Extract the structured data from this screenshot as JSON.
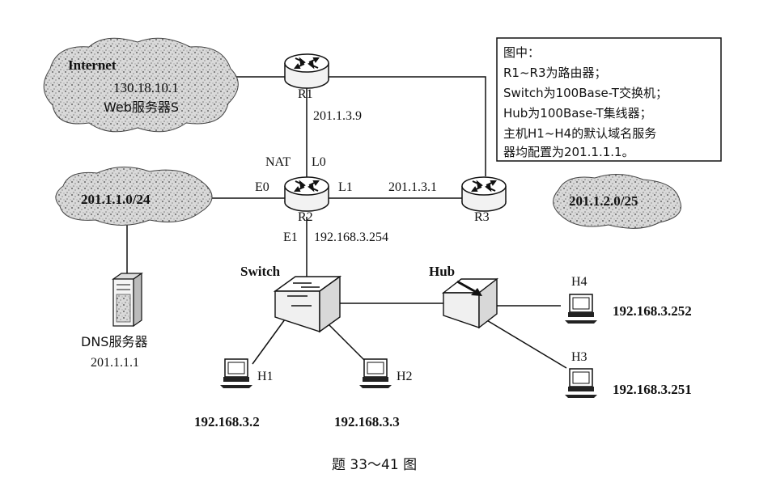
{
  "legend": {
    "title": "图中：",
    "lines": [
      "R1~R3为路由器；",
      "Switch为100Base-T交换机；",
      "Hub为100Base-T集线器；",
      "主机H1~H4的默认域名服务",
      "器均配置为201.1.1.1。"
    ]
  },
  "clouds": {
    "internet": {
      "label": "Internet",
      "ip": "130.18.10.1",
      "server": "Web服务器S"
    },
    "net_left": {
      "label": "201.1.1.0/24"
    },
    "net_right": {
      "label": "201.1.2.0/25"
    }
  },
  "routers": {
    "r1": {
      "label": "R1"
    },
    "r2": {
      "label": "R2"
    },
    "r3": {
      "label": "R3"
    }
  },
  "interfaces": {
    "r1_link_ip": "201.1.3.9",
    "nat": "NAT",
    "l0": "L0",
    "e0": "E0",
    "l1": "L1",
    "r3_link_ip": "201.1.3.1",
    "e1": "E1",
    "e1_ip": "192.168.3.254"
  },
  "devices": {
    "switch": "Switch",
    "hub": "Hub",
    "dns_label": "DNS服务器",
    "dns_ip": "201.1.1.1"
  },
  "hosts": [
    {
      "name": "H1",
      "ip": "192.168.3.2"
    },
    {
      "name": "H2",
      "ip": "192.168.3.3"
    },
    {
      "name": "H3",
      "ip": "192.168.3.251"
    },
    {
      "name": "H4",
      "ip": "192.168.3.252"
    }
  ],
  "caption": "题 33～41 图"
}
